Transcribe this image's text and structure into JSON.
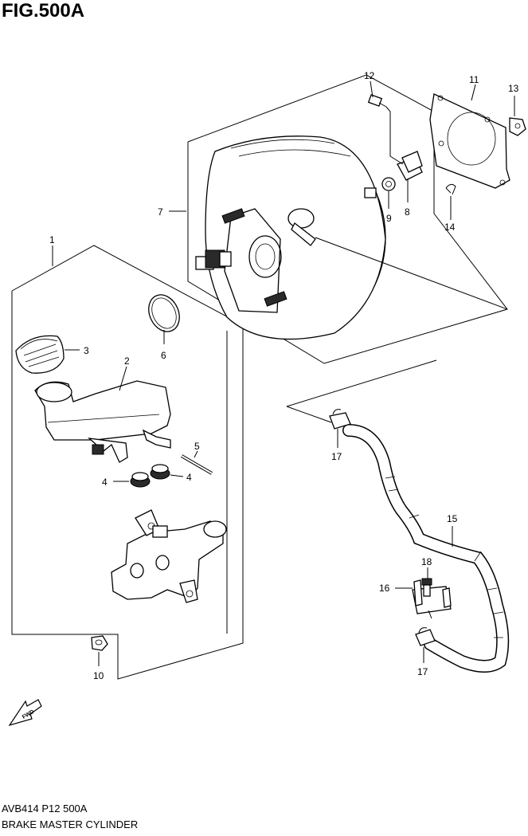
{
  "figure": {
    "title": "FIG.500A"
  },
  "callouts": [
    {
      "id": "c1",
      "label": "1"
    },
    {
      "id": "c2",
      "label": "2"
    },
    {
      "id": "c3",
      "label": "3"
    },
    {
      "id": "c4a",
      "label": "4"
    },
    {
      "id": "c4b",
      "label": "4"
    },
    {
      "id": "c5",
      "label": "5"
    },
    {
      "id": "c6",
      "label": "6"
    },
    {
      "id": "c7",
      "label": "7"
    },
    {
      "id": "c8",
      "label": "8"
    },
    {
      "id": "c9",
      "label": "9"
    },
    {
      "id": "c10",
      "label": "10"
    },
    {
      "id": "c11",
      "label": "11"
    },
    {
      "id": "c12",
      "label": "12"
    },
    {
      "id": "c13",
      "label": "13"
    },
    {
      "id": "c14",
      "label": "14"
    },
    {
      "id": "c15",
      "label": "15"
    },
    {
      "id": "c16",
      "label": "16"
    },
    {
      "id": "c17a",
      "label": "17"
    },
    {
      "id": "c17b",
      "label": "17"
    },
    {
      "id": "c18",
      "label": "18"
    }
  ],
  "fwd_arrow": {
    "label": "FWD"
  },
  "footer": {
    "code": "AVB414 P12 500A",
    "name": "BRAKE MASTER CYLINDER"
  }
}
